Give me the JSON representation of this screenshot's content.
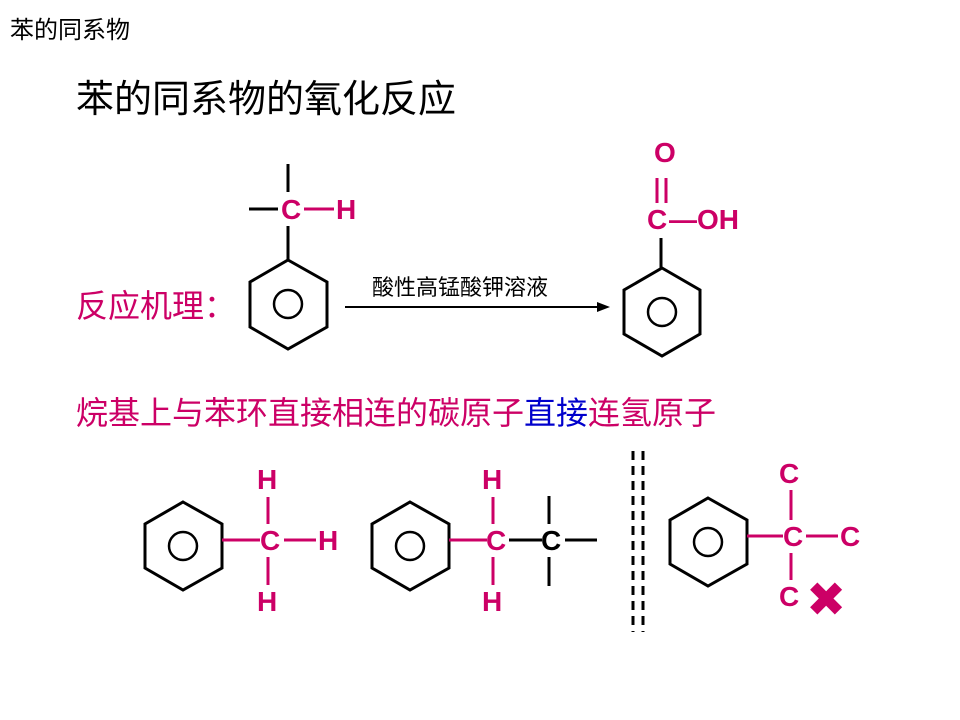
{
  "header": {
    "label": "苯的同系物"
  },
  "title": "苯的同系物的氧化反应",
  "mechanism": {
    "label": "反应机理：",
    "reagent": "酸性高锰酸钾溶液",
    "reactant": {
      "carbon": "C",
      "hydrogen": "H"
    },
    "product": {
      "oxygen": "O",
      "carbon": "C",
      "hydroxyl": "—OH"
    }
  },
  "rule": {
    "part1": "烷基上与苯环直接相连的碳原子",
    "part2": "直接",
    "part3": "连氢原子"
  },
  "examples": {
    "ex1": {
      "top": "H",
      "center": "C",
      "right": "H",
      "bottom": "H"
    },
    "ex2": {
      "top": "H",
      "center": "C",
      "bottom": "H",
      "next_carbon": "C"
    },
    "ex3": {
      "top": "C",
      "center": "C",
      "right": "C",
      "bottom": "C"
    },
    "cross": "✖"
  },
  "colors": {
    "accent": "#CC0066",
    "highlight": "#0000CC",
    "text": "#000000"
  }
}
